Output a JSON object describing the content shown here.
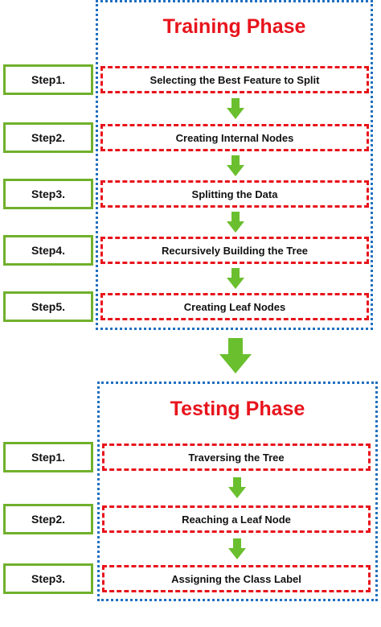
{
  "training": {
    "title": "Training Phase",
    "steps": [
      {
        "label": "Step1.",
        "text": "Selecting the Best Feature to Split"
      },
      {
        "label": "Step2.",
        "text": "Creating Internal Nodes"
      },
      {
        "label": "Step3.",
        "text": "Splitting the Data"
      },
      {
        "label": "Step4.",
        "text": "Recursively Building the Tree"
      },
      {
        "label": "Step5.",
        "text": "Creating Leaf Nodes"
      }
    ]
  },
  "testing": {
    "title": "Testing Phase",
    "steps": [
      {
        "label": "Step1.",
        "text": "Traversing the Tree"
      },
      {
        "label": "Step2.",
        "text": "Reaching a Leaf Node"
      },
      {
        "label": "Step3.",
        "text": "Assigning the Class Label"
      }
    ]
  },
  "colors": {
    "phase_border": "#1f6fc0",
    "title": "#e8141c",
    "step_box_border": "#e8141c",
    "step_label_border": "#70b02c",
    "arrow": "#6abf2e"
  }
}
